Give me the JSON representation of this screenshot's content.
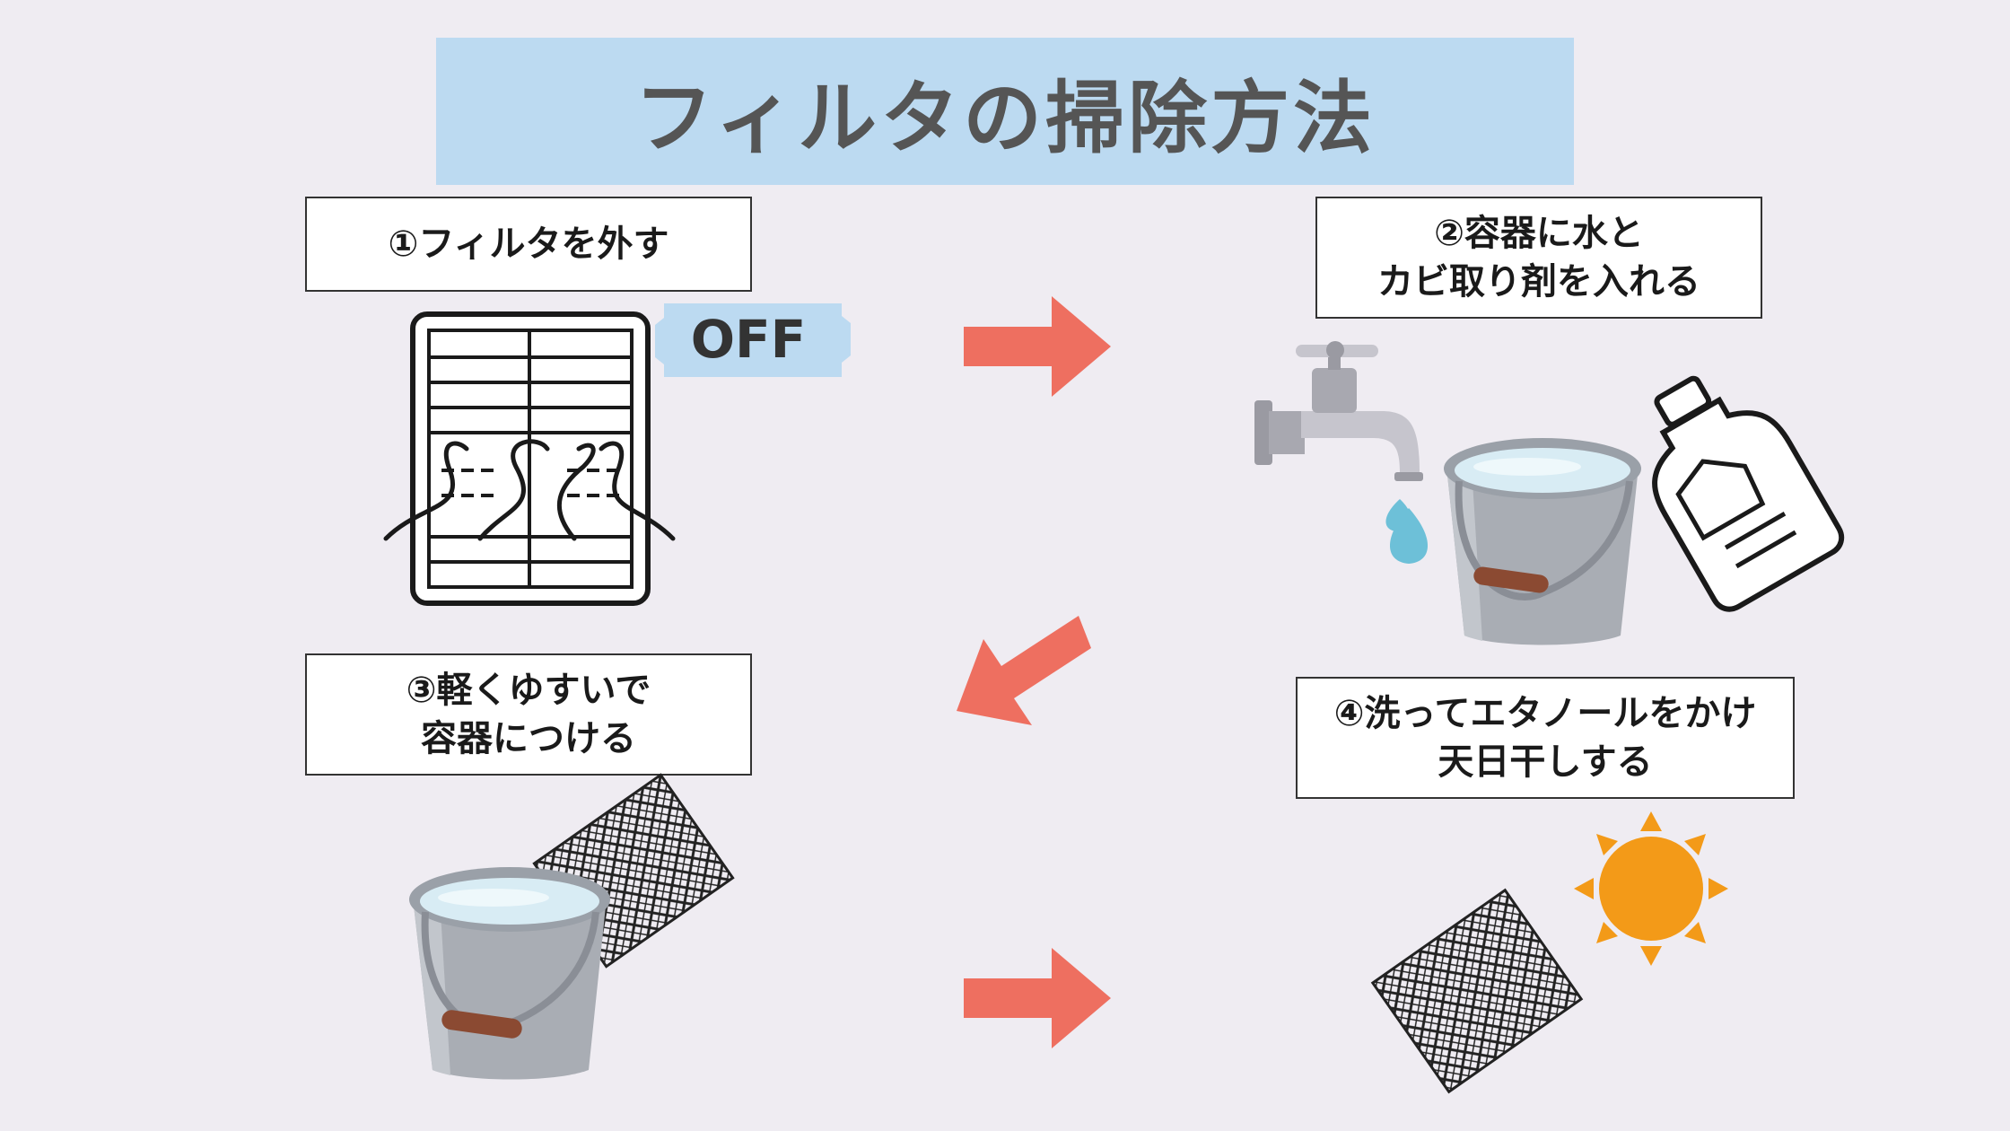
{
  "title": "フィルタの掃除方法",
  "steps": [
    {
      "line1": "①フィルタを外す",
      "line2": ""
    },
    {
      "line1": "②容器に水と",
      "line2": "カビ取り剤を入れる"
    },
    {
      "line1": "③軽くゆすいで",
      "line2": "容器につける"
    },
    {
      "line1": "④洗ってエタノールをかけ",
      "line2": "天日干しする"
    }
  ],
  "off_badge": "OFF",
  "colors": {
    "background": "#efecf2",
    "title_bg": "#bcdaf1",
    "arrow": "#ee6f60",
    "water_drop": "#6dc0d8",
    "sun": "#f39a18"
  },
  "icons": [
    "filter-icon",
    "off-badge-icon",
    "faucet-icon",
    "water-drop-icon",
    "bucket-icon",
    "detergent-bottle-icon",
    "mesh-filter-icon",
    "sun-icon",
    "arrow-right-icon",
    "arrow-down-left-icon"
  ]
}
